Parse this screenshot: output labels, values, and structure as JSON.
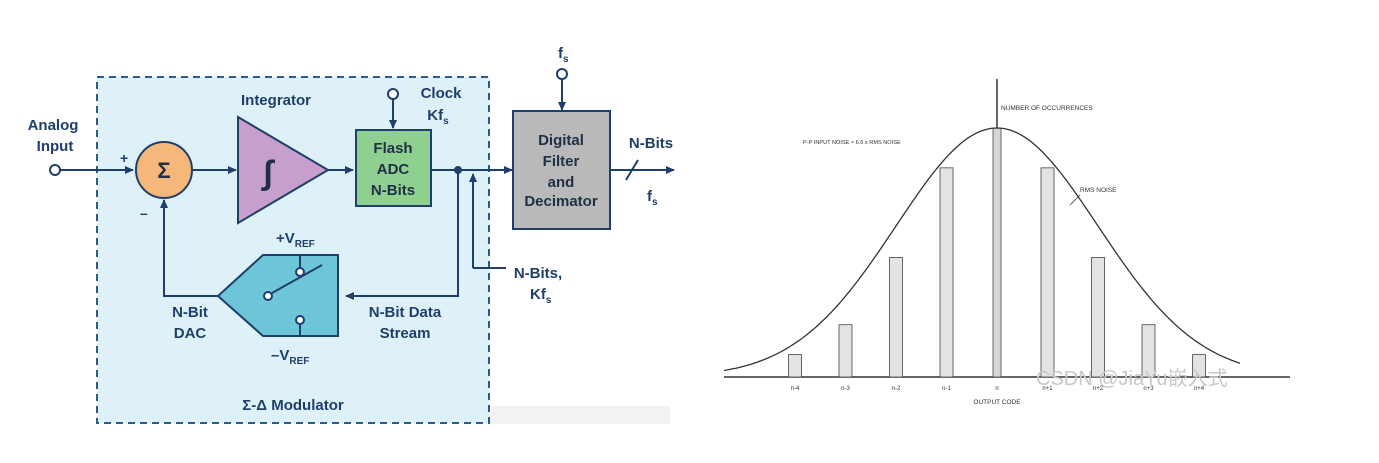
{
  "modulator_diagram": {
    "analog_input": [
      "Analog",
      "Input"
    ],
    "plus_sign": "+",
    "minus_sign": "–",
    "sigma_symbol": "Σ",
    "integrator_label": "Integrator",
    "integral_symbol": "∫",
    "clock": [
      "Clock",
      "Kf",
      "s"
    ],
    "flash_adc": [
      "Flash",
      "ADC",
      "N-Bits"
    ],
    "digital_filter": [
      "Digital",
      "Filter",
      "and",
      "Decimator"
    ],
    "fs_top": [
      "f",
      "s"
    ],
    "output_nbits": "N-Bits",
    "output_fs": [
      "f",
      "s"
    ],
    "feedback_nbits": [
      "N-Bits,",
      "Kf",
      "s"
    ],
    "vref_plus": [
      "+V",
      "REF"
    ],
    "vref_minus": [
      "–V",
      "REF"
    ],
    "dac": [
      "N-Bit",
      "DAC"
    ],
    "data_stream": [
      "N-Bit Data",
      "Stream"
    ],
    "modulator_title": "Σ-Δ Modulator",
    "colors": {
      "panel_fill": "#dff1f8",
      "panel_border": "#2e5a8a",
      "summer_fill": "#f6b77a",
      "integrator_fill": "#c69fcc",
      "adc_fill": "#8fcf8f",
      "filter_fill": "#b9b9b9",
      "dac_fill": "#6cc6d8",
      "line": "#1f3f6b"
    }
  },
  "histogram": {
    "y_axis_label": "NUMBER OF OCCURRENCES",
    "pp_noise_label": "P-P INPUT NOISE ≈ 6.6 x RMS NOISE",
    "rms_noise_label": "RMS NOISE",
    "x_axis_label": "OUTPUT CODE",
    "x_tick_labels": [
      "n-4",
      "n-3",
      "n-2",
      "n-1",
      "n",
      "n+1",
      "n+2",
      "n+3",
      "n+4"
    ],
    "relative_occurrences": [
      0.09,
      0.21,
      0.48,
      0.84,
      1.0,
      0.84,
      0.48,
      0.21,
      0.09
    ],
    "watermark": "CSDN @JiaYu嵌入式"
  }
}
